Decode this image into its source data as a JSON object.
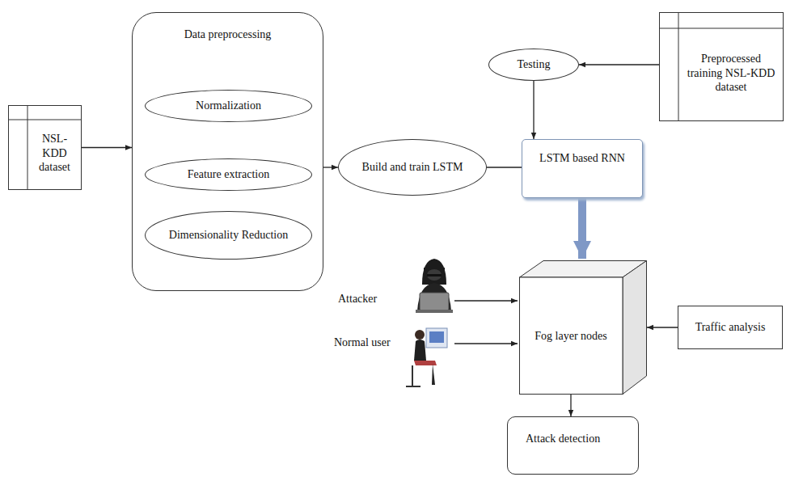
{
  "diagram": {
    "nodes": [
      {
        "text": [
          "NSL-KDD dataset"
        ]
      },
      {
        "text": [
          "Data preprocessing"
        ]
      },
      {
        "text": [
          "Normalization"
        ],
        "in": 1
      },
      {
        "text": [
          "Feature extraction"
        ],
        "in": 1
      },
      {
        "text": [
          "Dimensionality Reduction"
        ],
        "in": 1
      },
      {
        "text": [
          "Build and train LSTM"
        ]
      },
      {
        "text": [
          "Testing"
        ]
      },
      {
        "text": [
          "Preprocessed training NSL-KDD dataset"
        ]
      },
      {
        "text": [
          "LSTM based RNN"
        ]
      },
      {
        "text": [
          "Fog layer nodes"
        ]
      },
      {
        "text": [
          "Traffic analysis"
        ]
      },
      {
        "text": [
          "Attack detection"
        ]
      }
    ],
    "edges": [
      {
        "from": 0,
        "to": 1,
        "arrow": "to"
      },
      {
        "from": 2,
        "to": 3,
        "arrow": "to"
      },
      {
        "from": 3,
        "to": 4,
        "arrow": "to"
      },
      {
        "from": 1,
        "to": 5,
        "arrow": "to"
      },
      {
        "from": 5,
        "to": 8,
        "arrow": "none"
      },
      {
        "from": 7,
        "to": 6,
        "arrow": "to"
      },
      {
        "from": 6,
        "to": 8,
        "arrow": "to"
      },
      {
        "from": 8,
        "to": 9,
        "arrow": "to"
      },
      {
        "from": 10,
        "to": 9,
        "arrow": "to"
      },
      {
        "from": 9,
        "to": 11,
        "arrow": "to"
      }
    ],
    "labels": [
      "Attacker",
      "Normal user"
    ]
  }
}
